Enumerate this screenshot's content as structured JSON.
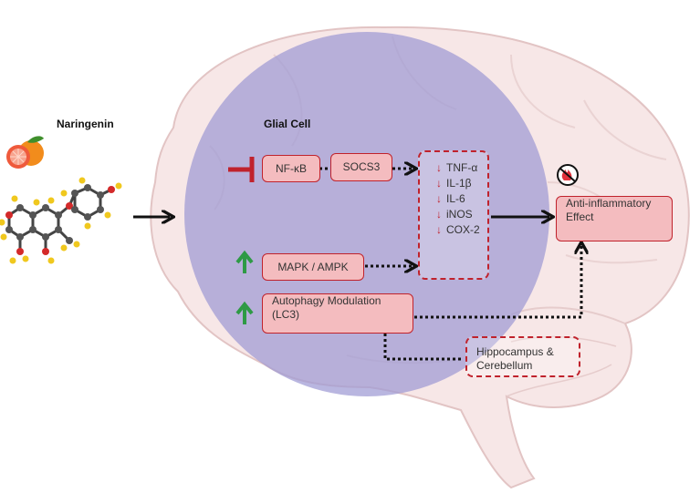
{
  "title": "Naringenin",
  "cell_label": "Glial Cell",
  "nodes": {
    "nfkb": "NF-κB",
    "socs3": "SOCS3",
    "mapk": "MAPK / AMPK",
    "autophagy_line1": "Autophagy Modulation",
    "autophagy_line2": "(LC3)",
    "anti_line1": "Anti-inflammatory",
    "anti_line2": "Effect",
    "hippo_line1": "Hippocampus &",
    "hippo_line2": "Cerebellum"
  },
  "cytokines": [
    {
      "arrow": "↓",
      "label": "TNF-α"
    },
    {
      "arrow": "↓",
      "label": "IL-1β"
    },
    {
      "arrow": "↓",
      "label": "IL-6"
    },
    {
      "arrow": "↓",
      "label": "iNOS"
    },
    {
      "arrow": "↓",
      "label": "COX-2"
    }
  ],
  "colors": {
    "cell_fill": "#9e9ad4",
    "box_fill": "#f4bcbf",
    "box_border": "#c0222c",
    "inhibit": "#c0222c",
    "up_arrow": "#2e9a45",
    "brain_fill": "#f7e7e7"
  },
  "icons": [
    "grapefruit-icon",
    "naringenin-molecule-icon",
    "inhibition-icon",
    "up-arrow-icon",
    "no-fire-icon"
  ]
}
